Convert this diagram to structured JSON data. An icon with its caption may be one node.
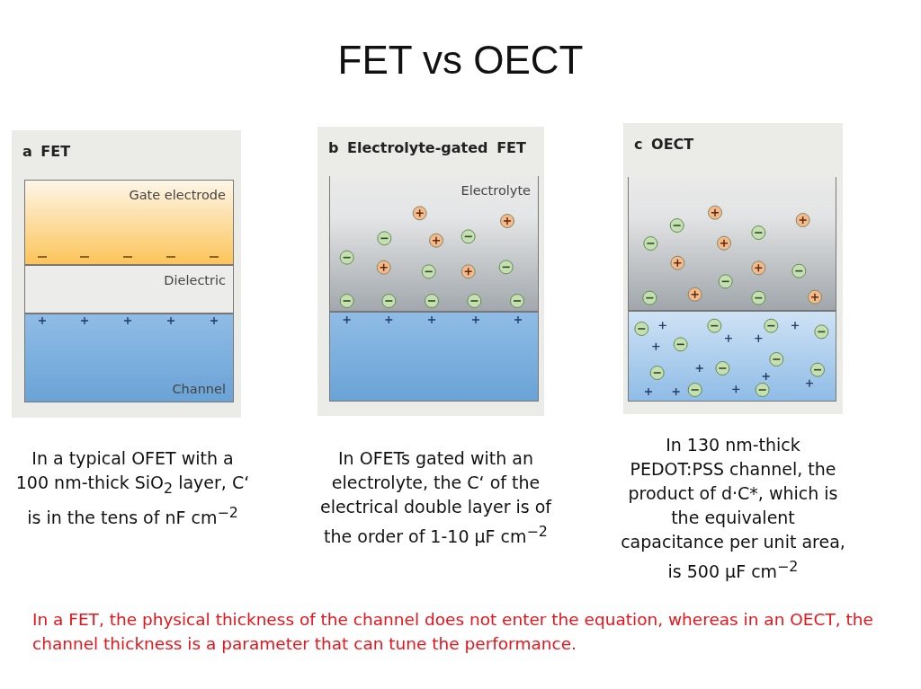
{
  "diagram": {
    "title": "FET vs OECT",
    "nodes": [
      {
        "text": [
          "a FET"
        ]
      },
      {
        "text": [
          "Gate electrode"
        ],
        "in": 0
      },
      {
        "text": [
          "Dielectric"
        ],
        "in": 0
      },
      {
        "text": [
          "Channel"
        ],
        "in": 0
      },
      {
        "text": [
          "b Electrolyte-gated FET"
        ]
      },
      {
        "text": [
          "Electrolyte"
        ],
        "in": 4
      },
      {
        "text": [],
        "shape": "box",
        "in": 4
      },
      {
        "text": [
          "c OECT"
        ]
      },
      {
        "text": [],
        "shape": "box",
        "in": 7
      },
      {
        "text": [],
        "shape": "box",
        "in": 7
      }
    ],
    "labels": [
      "In a typical OFET with a 100 nm-thick SiO$_{2}$ layer, C‘ is in the tens of nF cm$^{−2}$",
      "In OFETs gated with an electrolyte, the C‘ of the electrical double layer is of the order of 1-10 µF cm$^{−2}$",
      "In 130 nm-thick PEDOT:PSS channel, the product of d·C*, which is the equivalent capacitance per unit area, is 500 µF cm$^{−2}$",
      "In a FET, the physical thickness of the channel does not enter the equation, whereas in an OECT, the channel thickness is a parameter that can tune the performance."
    ]
  }
}
